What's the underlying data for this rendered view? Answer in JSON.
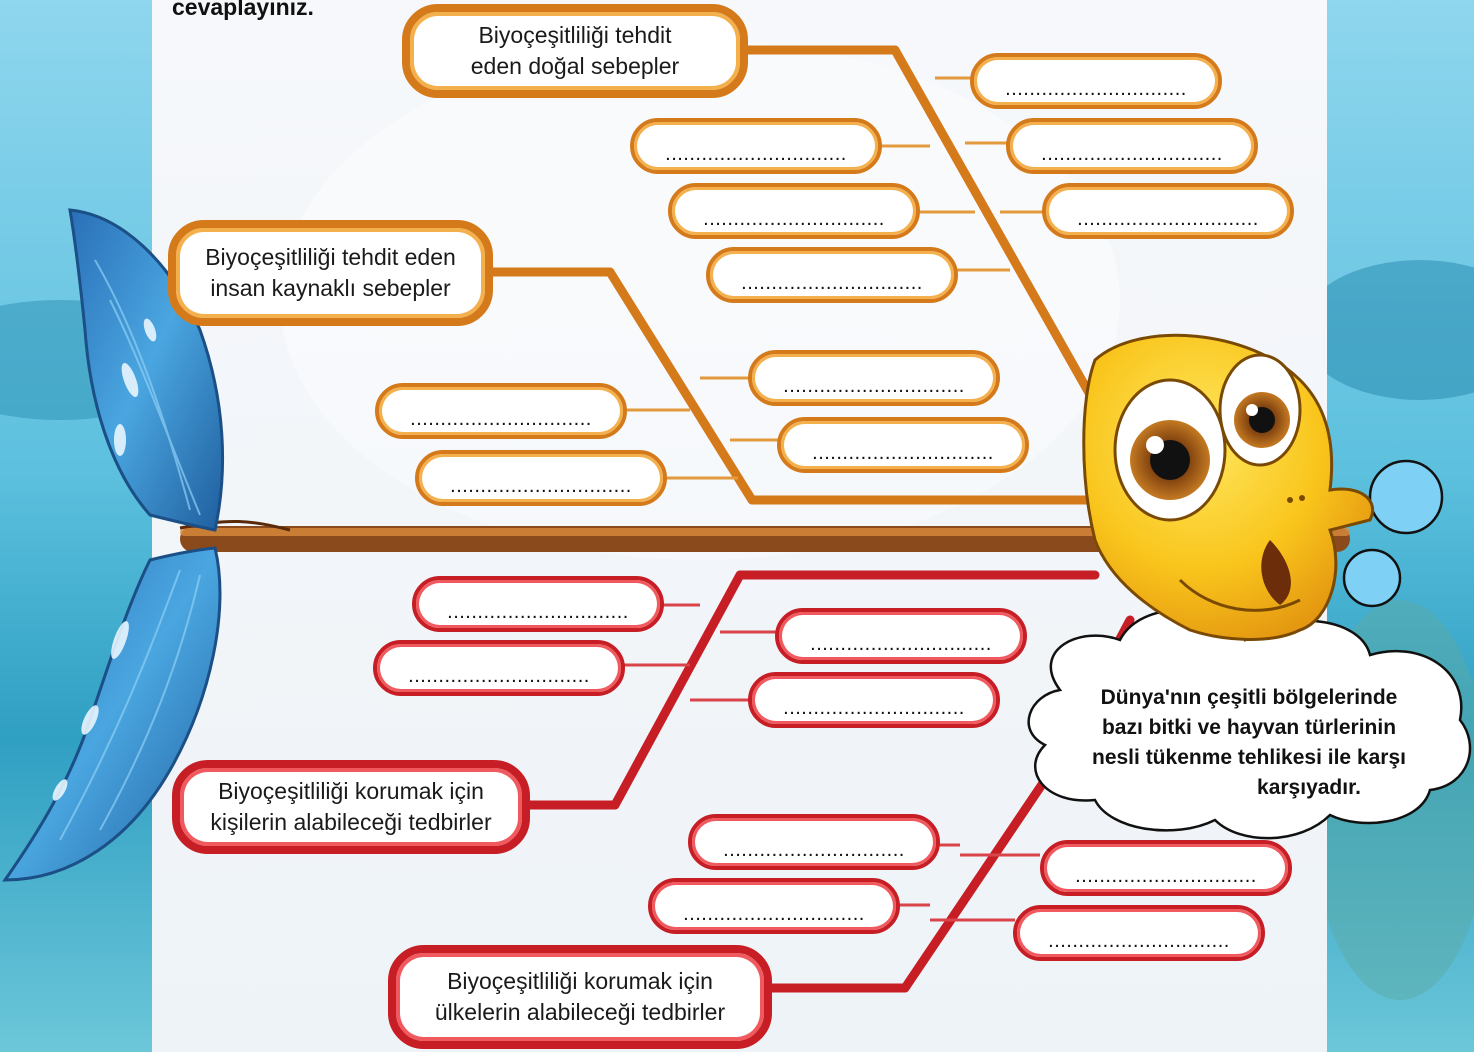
{
  "instruction": "cevaplayınız.",
  "blank": "..............................",
  "categories": {
    "natural": "Biyoçeşitliliği tehdit eden doğal sebepler",
    "natural_line1": "Biyoçeşitliliği tehdit",
    "natural_line2": "eden doğal sebepler",
    "human_line1": "Biyoçeşitliliği tehdit eden",
    "human_line2": "insan kaynaklı sebepler",
    "personal_line1": "Biyoçeşitliliği korumak için",
    "personal_line2": "kişilerin alabileceği tedbirler",
    "country_line1": "Biyoçeşitliliği korumak için",
    "country_line2": "ülkelerin alabileceği tedbirler"
  },
  "speech_bubble": {
    "line1": "Dünya'nın çeşitli bölgelerinde",
    "line2": "bazı bitki ve hayvan türlerinin",
    "line3": "nesli tükenme tehlikesi ile karşı",
    "line4": "karşıyadır."
  },
  "colors": {
    "orange_branch": "#d57a1a",
    "red_branch": "#c71d24",
    "spine": "#8b4a1c",
    "page": "#f2f6fa",
    "sea": "#4fb7d6"
  }
}
